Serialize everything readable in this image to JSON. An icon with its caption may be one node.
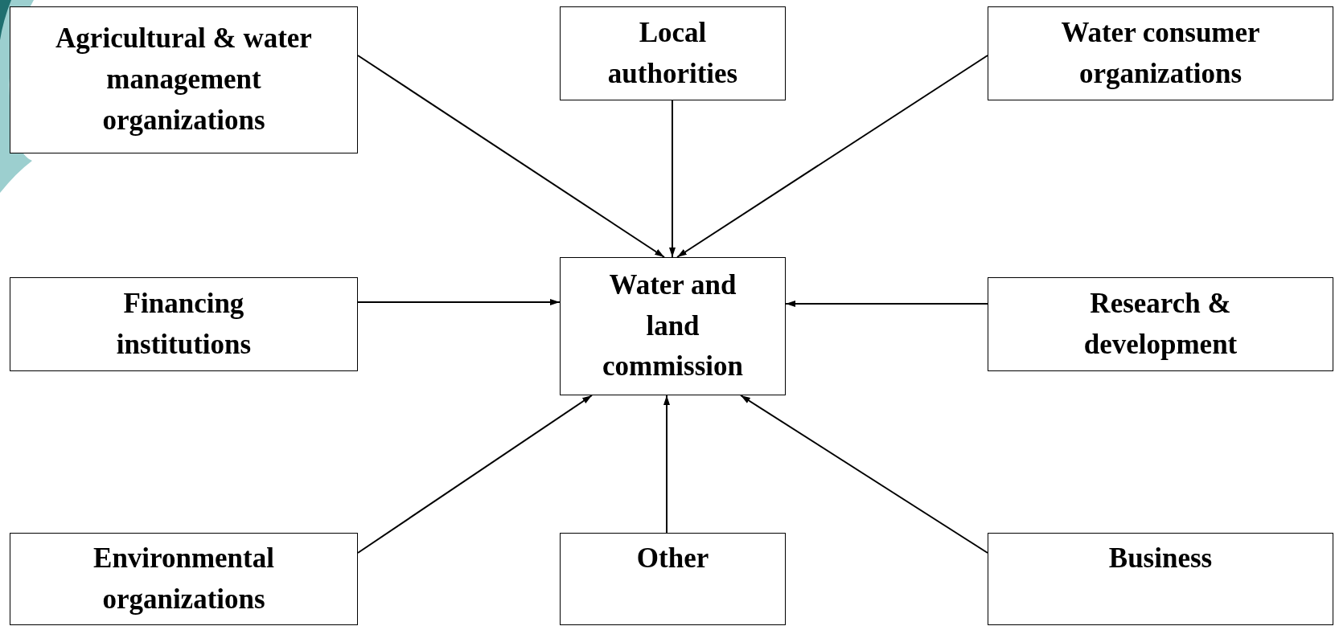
{
  "diagram": {
    "nodes": [
      {
        "text": [
          "Agricultural & water management organizations"
        ]
      },
      {
        "text": [
          "Local authorities"
        ]
      },
      {
        "text": [
          "Water consumer organizations"
        ]
      },
      {
        "text": [
          "Financing institutions"
        ]
      },
      {
        "text": [
          "Water and land commission"
        ]
      },
      {
        "text": [
          "Research & development"
        ]
      },
      {
        "text": [
          "Environmental organizations"
        ]
      },
      {
        "text": [
          "Other"
        ]
      },
      {
        "text": [
          "Business"
        ]
      }
    ],
    "edges": [
      {
        "from": 0,
        "to": 4,
        "arrow": "to"
      },
      {
        "from": 1,
        "to": 4,
        "arrow": "to"
      },
      {
        "from": 2,
        "to": 4,
        "arrow": "to"
      },
      {
        "from": 3,
        "to": 4,
        "arrow": "to"
      },
      {
        "from": 5,
        "to": 4,
        "arrow": "to"
      },
      {
        "from": 6,
        "to": 4,
        "arrow": "to"
      },
      {
        "from": 7,
        "to": 4,
        "arrow": "to"
      },
      {
        "from": 8,
        "to": 4,
        "arrow": "to"
      }
    ]
  }
}
